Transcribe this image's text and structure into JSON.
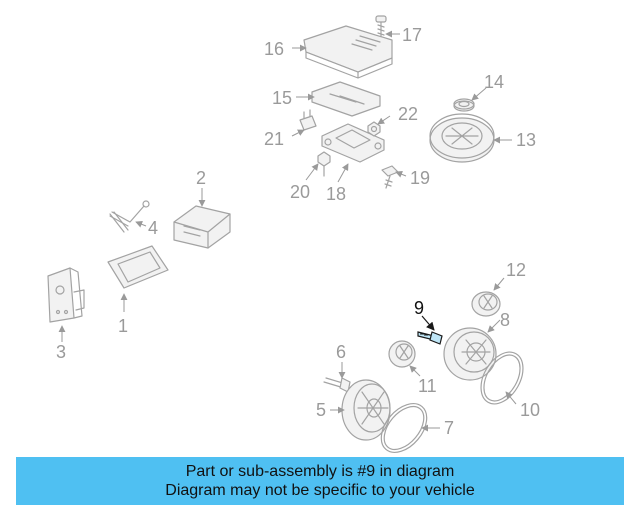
{
  "callouts": [
    "1",
    "2",
    "3",
    "4",
    "5",
    "6",
    "7",
    "8",
    "9",
    "10",
    "11",
    "12",
    "13",
    "14",
    "15",
    "16",
    "17",
    "18",
    "19",
    "20",
    "21",
    "22"
  ],
  "highlighted_part": "9",
  "banner": {
    "line1": "Part or sub-assembly is #9 in diagram",
    "line2": "Diagram may not be specific to your vehicle"
  },
  "colors": {
    "banner_bg": "#4fc0f2",
    "line_art": "#a3a3a3",
    "highlight": "#1a1a1a"
  }
}
